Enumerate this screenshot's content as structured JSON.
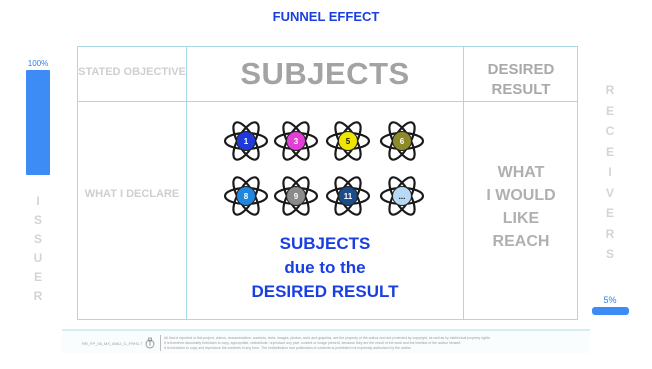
{
  "title": "FUNNEL EFFECT",
  "left_meter": {
    "percent_label": "100%",
    "level": 1.0,
    "word": [
      "I",
      "S",
      "S",
      "U",
      "E",
      "R"
    ]
  },
  "right_meter": {
    "percent_label": "5%",
    "level": 0.05,
    "word": [
      "R",
      "E",
      "C",
      "E",
      "I",
      "V",
      "E",
      "R",
      "S"
    ]
  },
  "grid": {
    "stated_objective": "STATED OBJECTIVE",
    "subjects_header": "SUBJECTS",
    "desired_result_header": "DESIRED RESULT",
    "what_i_declare": "WHAT I DECLARE",
    "what_i_would_like_reach": [
      "WHAT",
      "I WOULD",
      "LIKE",
      "REACH"
    ],
    "subjects_caption": [
      "SUBJECTS",
      "due to the",
      "DESIRED RESULT"
    ]
  },
  "atoms": [
    {
      "label": "1",
      "color": "#1f3ad9"
    },
    {
      "label": "3",
      "color": "#e23fd6"
    },
    {
      "label": "5",
      "color": "#f0e600"
    },
    {
      "label": "6",
      "color": "#8d8a2a"
    },
    {
      "label": "8",
      "color": "#1f87e0"
    },
    {
      "label": "9",
      "color": "#8b8b8b"
    },
    {
      "label": "11",
      "color": "#1a4d8a"
    },
    {
      "label": "...",
      "color": "#b7d9f5"
    }
  ],
  "footer": {
    "code": "RR_FP_06_MX_MAU_G_FRH1.7",
    "notice_lines": [
      "All that is reported in this project, videos, documentation, contents, texts, images, photos, work and graphics, are the property of the author and are protected by copyright, as well as by intellectual property rights.",
      "It is therefore absolutely forbidden to copy, appropriate, redistribute, reproduce any part, content or image present, because they are the result of the work and the intellect of the author himself.",
      "It is forbidden to copy and reproduce the contents in any form.       The redistribution and publication of contents is prohibited not expressly authorized by the author."
    ]
  }
}
